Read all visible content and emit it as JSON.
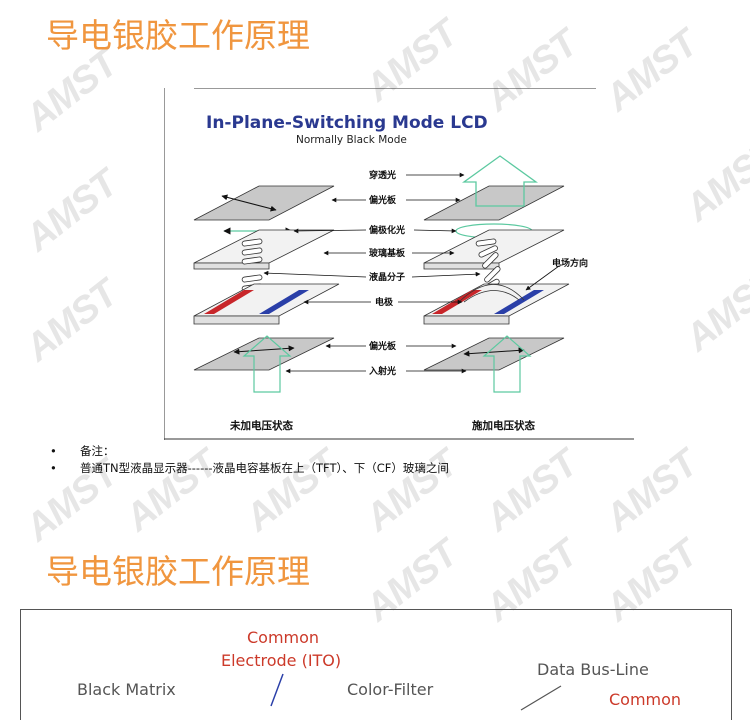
{
  "watermark": "AMST",
  "slide1": {
    "title": "导电银胶工作原理",
    "figure": {
      "title": "In-Plane-Switching Mode LCD",
      "subtitle": "Normally Black Mode",
      "labels": {
        "transmitted_light": "穿透光",
        "polarizer_top": "偏光板",
        "polarized_light": "偏极化光",
        "glass_substrate": "玻璃基板",
        "lc_molecule": "液晶分子",
        "electrode": "电极",
        "polarizer_bottom": "偏光板",
        "incident_light": "入射光",
        "field_direction": "电场方向"
      },
      "state_off": "未加电压状态",
      "state_on": "施加电压状态"
    },
    "notes": [
      {
        "bullet": "•",
        "text": "备注："
      },
      {
        "bullet": "•",
        "text": "普通TN型液晶显示器------液晶电容基板在上（TFT）、下（CF）玻璃之间"
      }
    ]
  },
  "slide2": {
    "title": "导电银胶工作原理",
    "figure": {
      "common_electrode_1": "Common",
      "common_electrode_2": "Electrode (ITO)",
      "black_matrix": "Black Matrix",
      "color_filter": "Color-Filter",
      "data_bus_line": "Data Bus-Line",
      "common": "Common"
    },
    "colors": {
      "title": "#f0963f",
      "label_red": "#cc3a2a",
      "label_gray": "#555555"
    }
  }
}
